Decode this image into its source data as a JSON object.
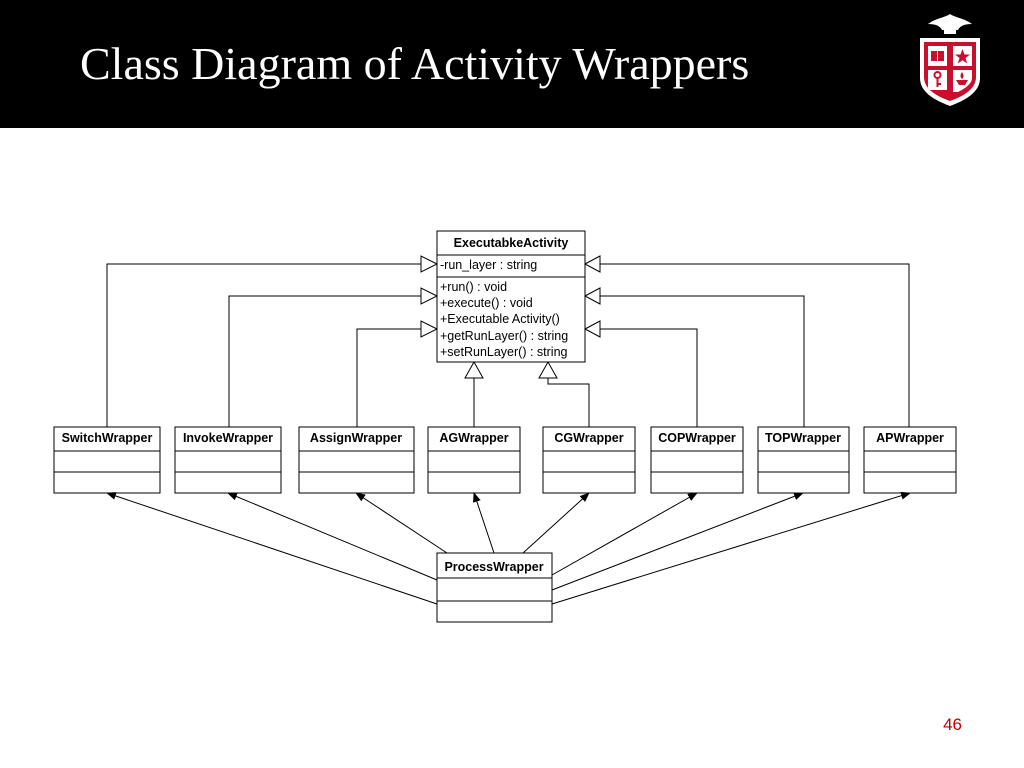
{
  "slide": {
    "title": "Class Diagram of Activity Wrappers",
    "page_number": "46"
  },
  "colors": {
    "header_bg": "#000000",
    "title_text": "#ffffff",
    "page_number": "#c00000",
    "logo_red": "#c8102e"
  },
  "diagram": {
    "base_class": {
      "name": "ExecutabkeActivity",
      "attributes": [
        "-run_layer : string"
      ],
      "methods": [
        "+run() : void",
        "+execute() : void",
        "+Executable Activity()",
        "+getRunLayer() : string",
        "+setRunLayer() : string"
      ]
    },
    "wrappers": [
      "SwitchWrapper",
      "InvokeWrapper",
      "AssignWrapper",
      "AGWrapper",
      "CGWrapper",
      "COPWrapper",
      "TOPWrapper",
      "APWrapper"
    ],
    "process_class": "ProcessWrapper",
    "relations": {
      "inheritance": "wrappers inherit from ExecutabkeActivity",
      "association": "ProcessWrapper points to each wrapper"
    }
  }
}
